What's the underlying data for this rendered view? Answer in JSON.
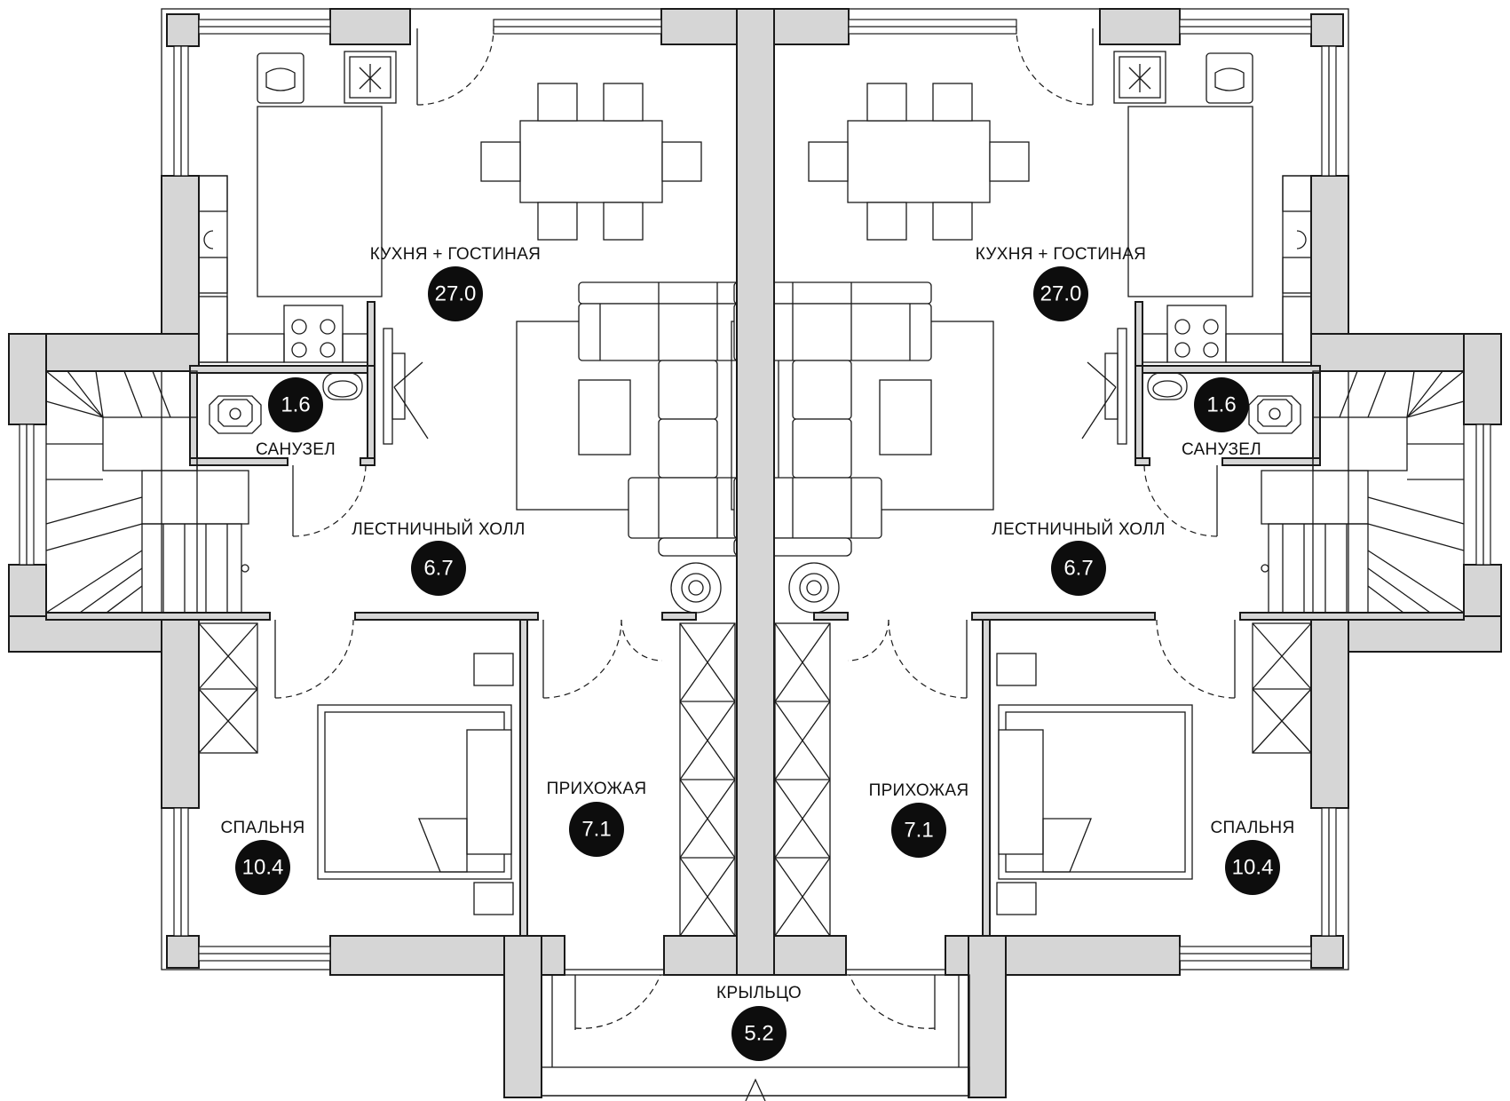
{
  "rooms": {
    "left": {
      "kitchen_living": {
        "label": "КУХНЯ + ГОСТИНАЯ",
        "area": "27.0"
      },
      "bathroom": {
        "label": "САНУЗЕЛ",
        "area": "1.6"
      },
      "stair_hall": {
        "label": "ЛЕСТНИЧНЫЙ ХОЛЛ",
        "area": "6.7"
      },
      "hallway": {
        "label": "ПРИХОЖАЯ",
        "area": "7.1"
      },
      "bedroom": {
        "label": "СПАЛЬНЯ",
        "area": "10.4"
      }
    },
    "right": {
      "kitchen_living": {
        "label": "КУХНЯ + ГОСТИНАЯ",
        "area": "27.0"
      },
      "bathroom": {
        "label": "САНУЗЕЛ",
        "area": "1.6"
      },
      "stair_hall": {
        "label": "ЛЕСТНИЧНЫЙ ХОЛЛ",
        "area": "6.7"
      },
      "hallway": {
        "label": "ПРИХОЖАЯ",
        "area": "7.1"
      },
      "bedroom": {
        "label": "СПАЛЬНЯ",
        "area": "10.4"
      }
    },
    "porch": {
      "label": "КРЫЛЬЦО",
      "area": "5.2"
    }
  },
  "colors": {
    "wall_fill": "#d6d6d6",
    "line": "#1a1a1a",
    "badge": "#0d0d0d"
  }
}
